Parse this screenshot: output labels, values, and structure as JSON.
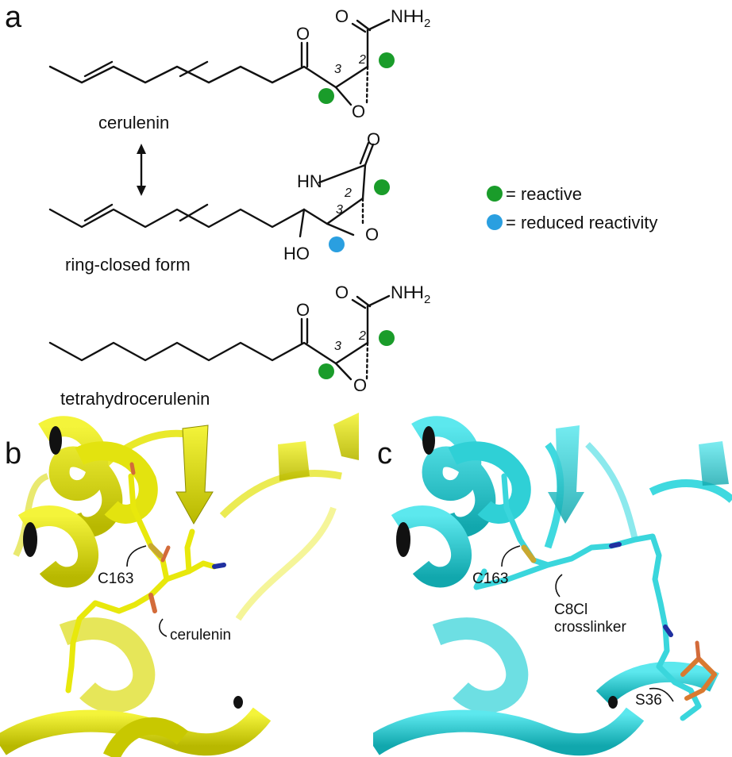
{
  "panel_a": {
    "letter": "a",
    "cerulenin_label": "cerulenin",
    "ring_closed_label": "ring-closed form",
    "tetrahydro_label": "tetrahydrocerulenin",
    "atom_O": "O",
    "atom_NH": "NH",
    "atom_H": "H",
    "atom_HN": "HN",
    "atom_HO": "HO",
    "sub_2": "2",
    "c2": "2",
    "c3": "3",
    "legend": {
      "reactive": "= reactive",
      "reduced": "= reduced reactivity"
    }
  },
  "panel_b": {
    "letter": "b",
    "residue_label": "C163",
    "ligand_label": "cerulenin"
  },
  "panel_c": {
    "letter": "c",
    "residue_label": "C163",
    "crosslinker_line1": "C8Cl",
    "crosslinker_line2": "crosslinker",
    "serine_label": "S36"
  },
  "colors": {
    "reactive": "#1a9c2a",
    "reduced": "#2a9fe0",
    "protein_b": "#e8e822",
    "protein_c": "#22d2d8"
  }
}
